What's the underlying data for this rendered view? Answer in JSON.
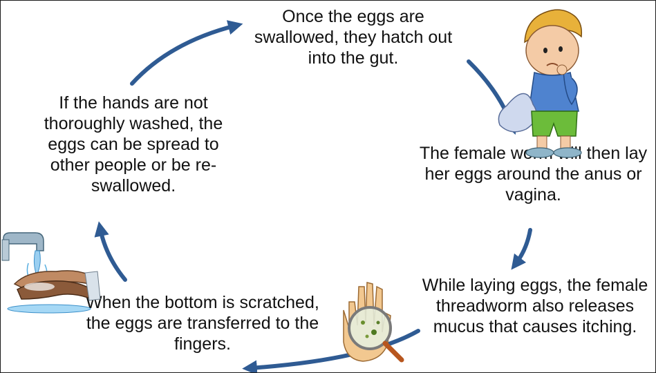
{
  "steps": [
    {
      "text": "Once the eggs are swallowed, they hatch out into the gut."
    },
    {
      "text": "The female worm will then lay her eggs around the anus or vagina."
    },
    {
      "text": "While laying eggs, the female threadworm also releases mucus that causes itching."
    },
    {
      "text": "When the bottom is scratched, the eggs are transferred to the fingers."
    },
    {
      "text": "If the hands are not thoroughly washed, the eggs can be spread to other people or be re-swallowed."
    }
  ],
  "colors": {
    "arrow": "#2f5b93",
    "text": "#111111",
    "border": "#1a1a1a"
  },
  "icons": [
    "child-scratching-icon",
    "hand-magnifier-icon",
    "hand-washing-icon"
  ]
}
